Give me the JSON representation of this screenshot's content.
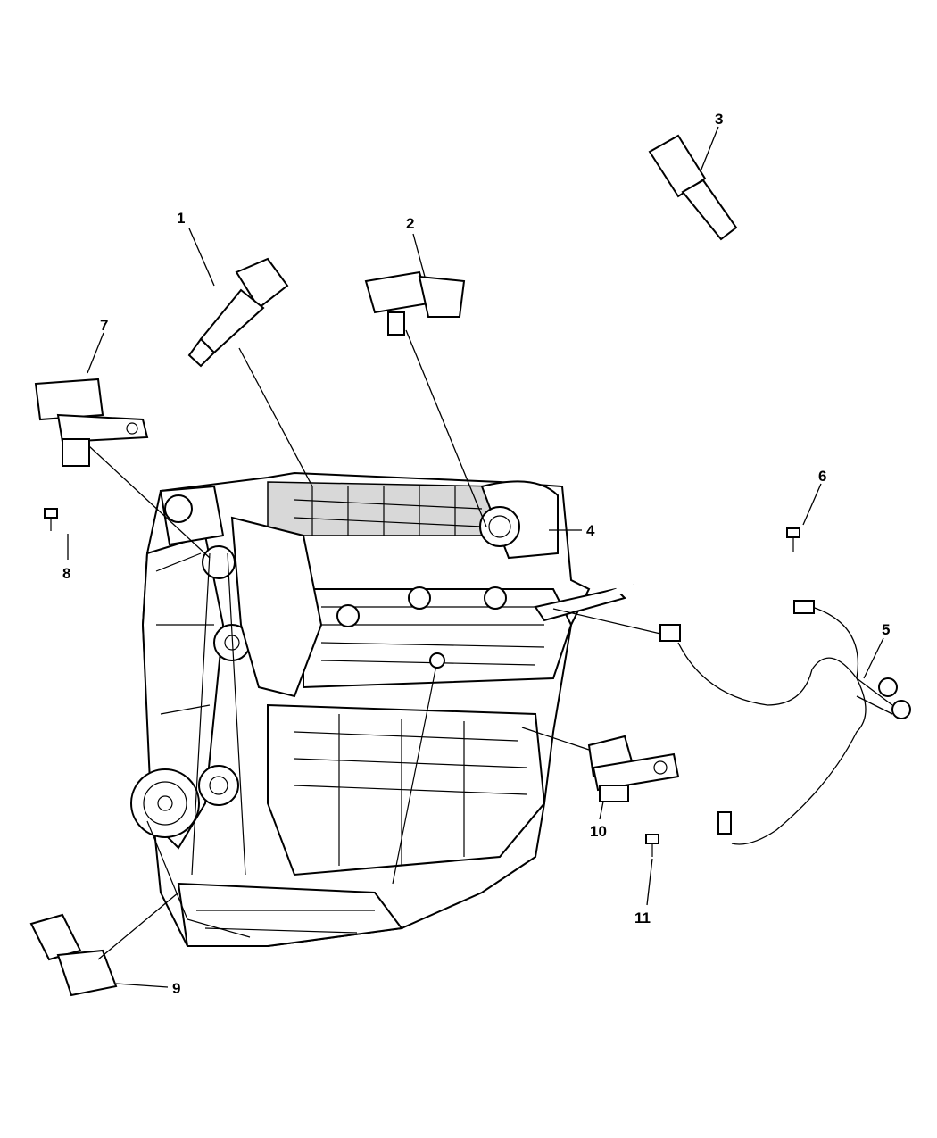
{
  "diagram": {
    "type": "exploded parts diagram",
    "callouts": [
      "1",
      "2",
      "3",
      "4",
      "5",
      "6",
      "7",
      "8",
      "9",
      "10",
      "11"
    ]
  }
}
